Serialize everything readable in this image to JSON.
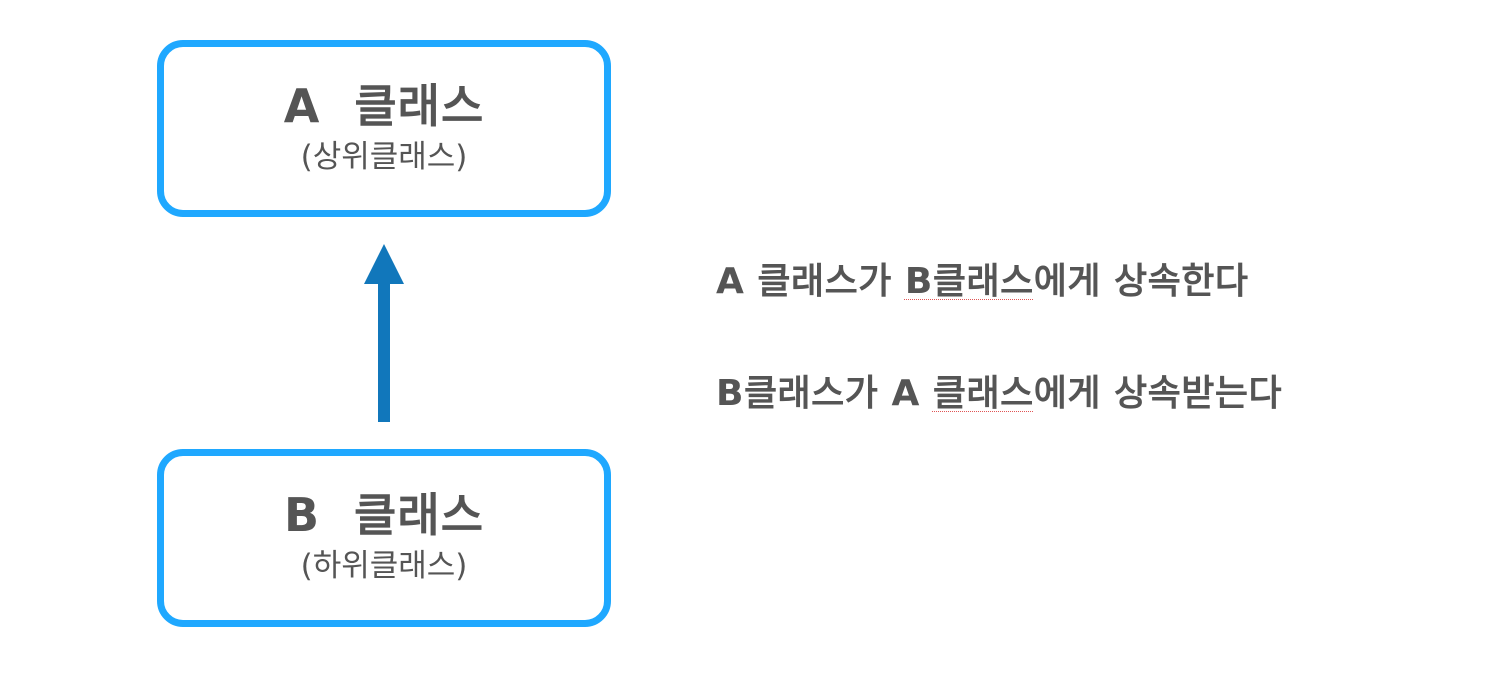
{
  "diagram": {
    "superclass": {
      "title": "A  클래스",
      "subtitle": "(상위클래스)"
    },
    "subclass": {
      "title": "B  클래스",
      "subtitle": "(하위클래스)"
    },
    "statements": [
      {
        "before": "A 클래스가 ",
        "flagged": "B클래스",
        "after": "에게 상속한다"
      },
      {
        "before": "B클래스가 A ",
        "flagged": "클래스",
        "after": "에게 상속받는다"
      }
    ],
    "colors": {
      "box_border": "#1fa8ff",
      "arrow": "#1177bb",
      "text": "#555555",
      "spellcheck_underline": "#e05555"
    }
  }
}
